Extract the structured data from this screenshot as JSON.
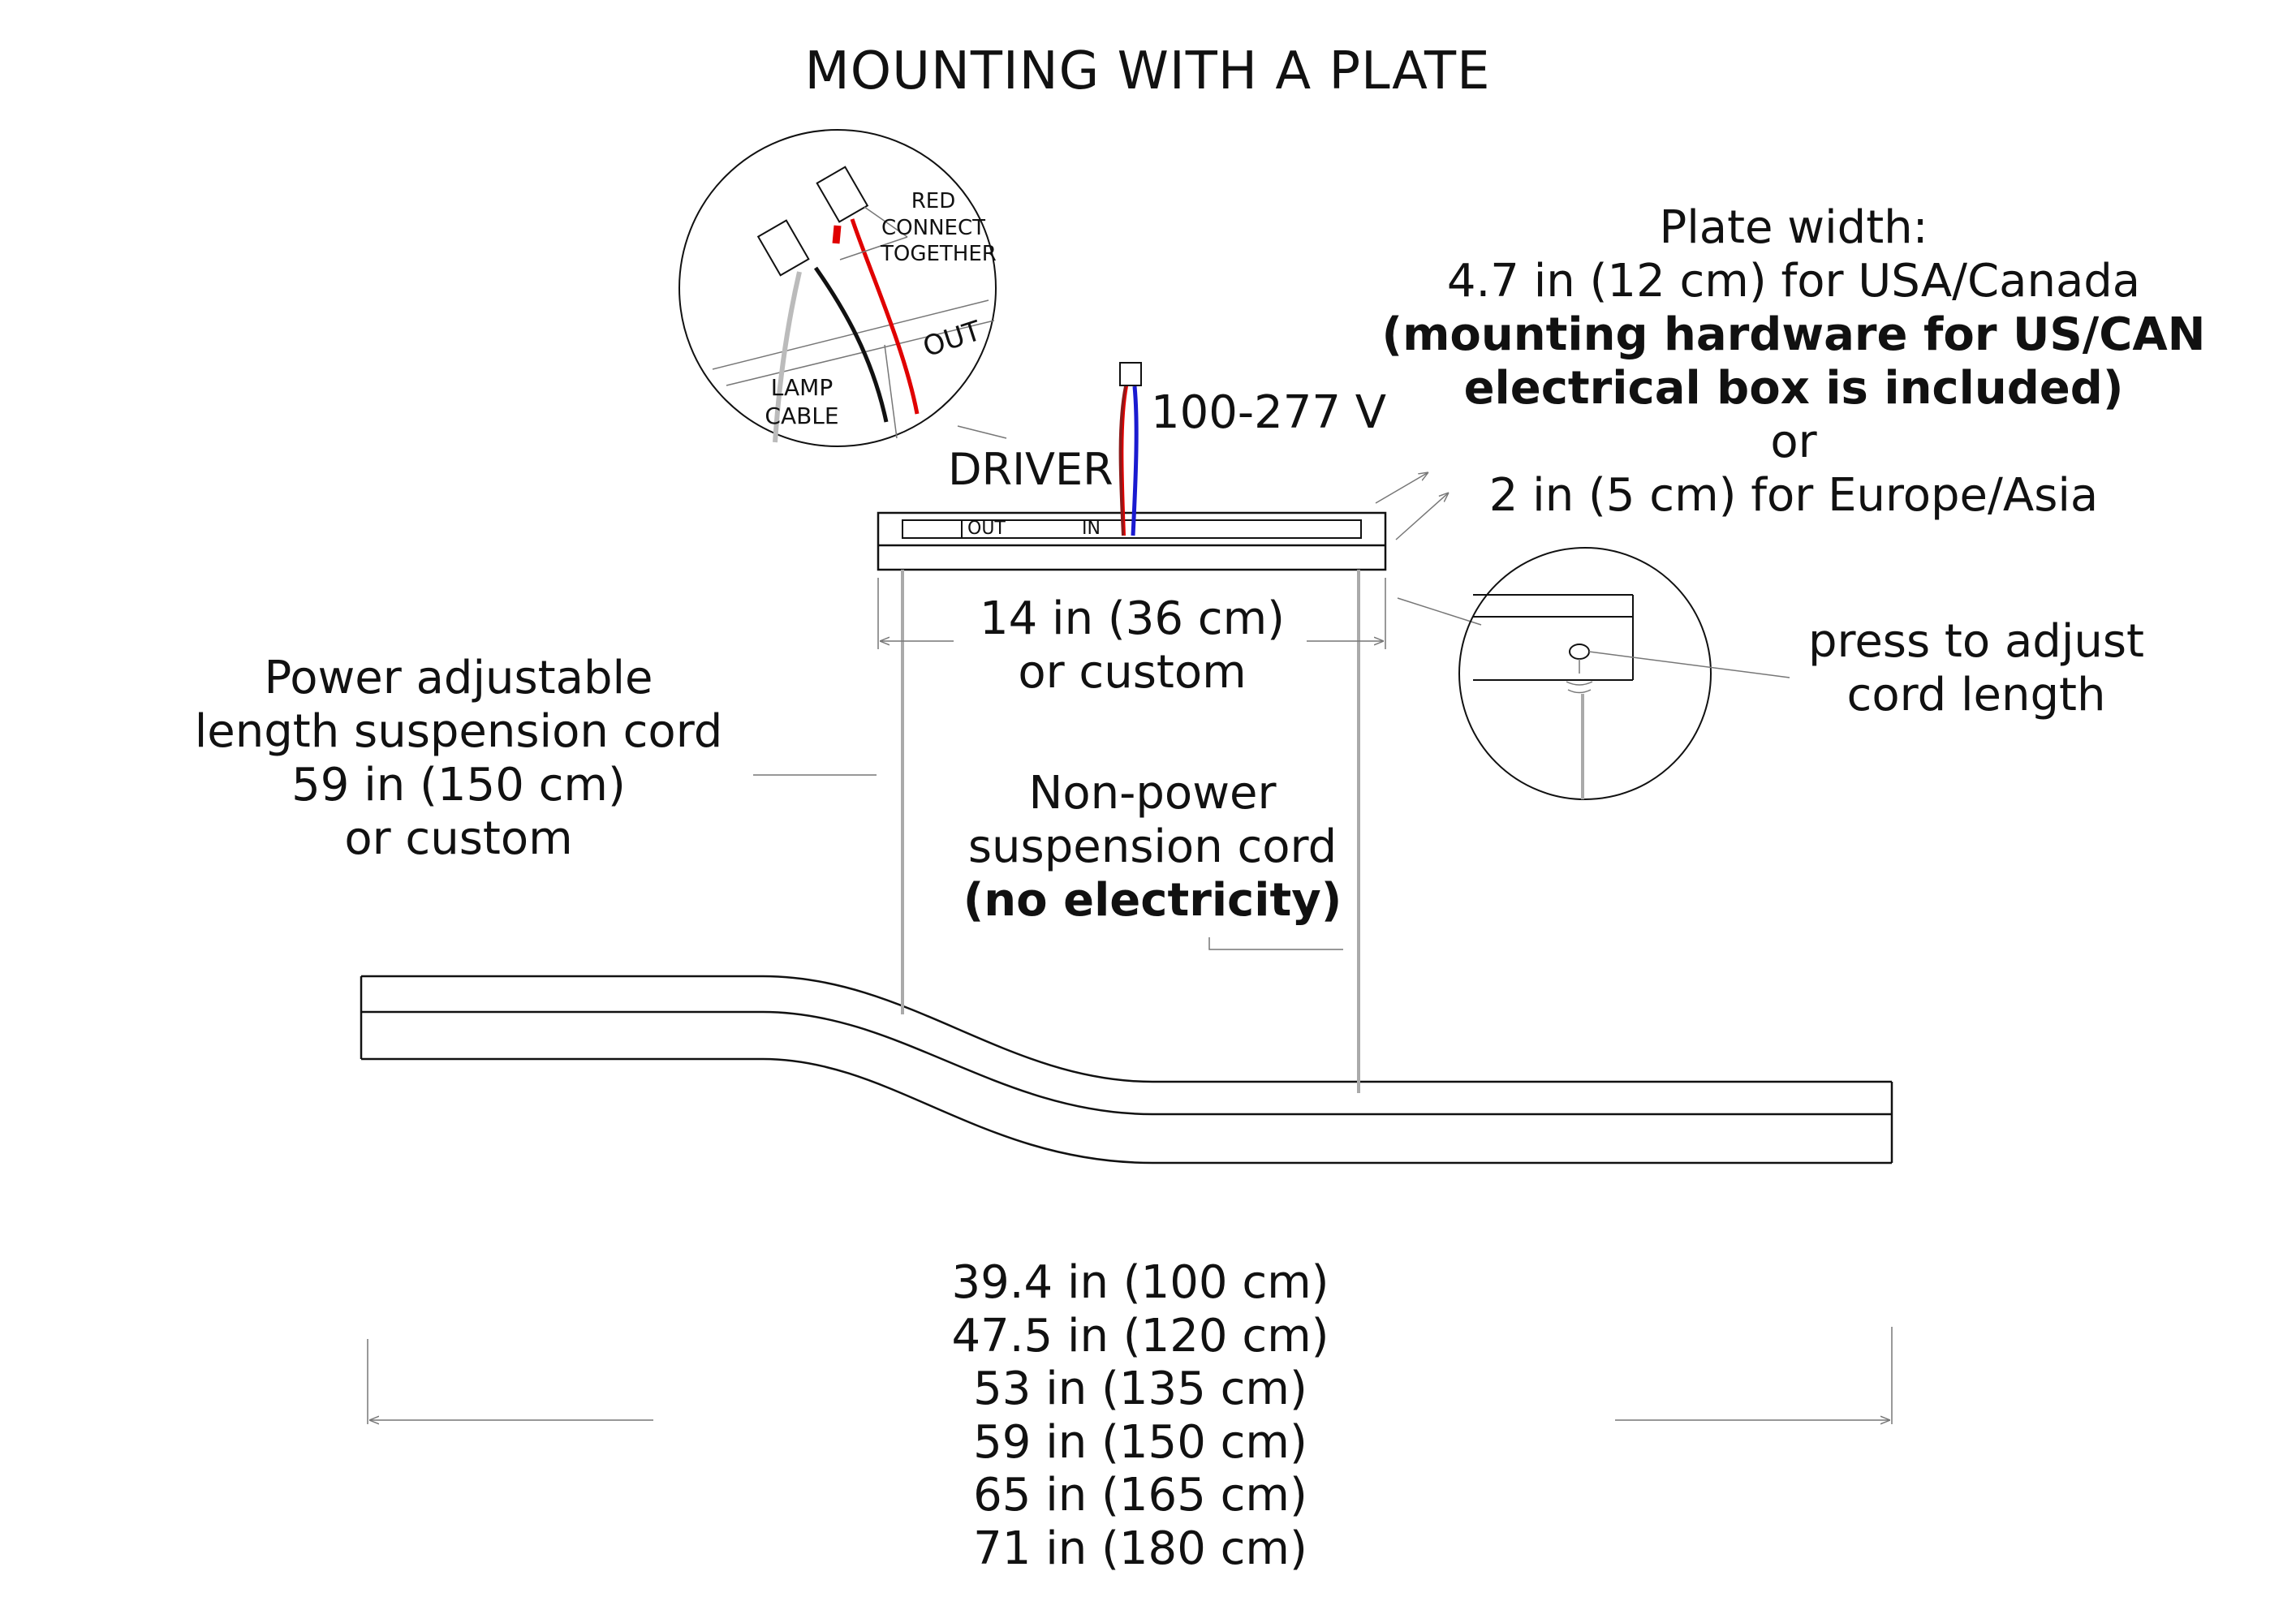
{
  "title": "MOUNTING WITH A PLATE",
  "detail_wiring": {
    "red_note": [
      "RED",
      "CONNECT",
      "TOGETHER"
    ],
    "out_label": "OUT",
    "lamp_cable": [
      "LAMP",
      "CABLE"
    ]
  },
  "driver": {
    "label": "DRIVER",
    "out": "OUT",
    "in": "IN",
    "voltage": "100-277 V"
  },
  "plate_width": {
    "heading": "Plate width:",
    "usa": "4.7 in (12 cm) for USA/Canada",
    "hardware_line1": "(mounting hardware for US/CAN",
    "hardware_line2": "electrical box is included)",
    "or": "or",
    "europe": "2 in (5 cm) for Europe/Asia"
  },
  "plate_length": {
    "line1": "14 in (36 cm)",
    "line2": "or custom"
  },
  "power_cord": {
    "line1": "Power adjustable",
    "line2": "length suspension cord",
    "line3": "59 in (150 cm)",
    "line4": "or custom"
  },
  "adjust_note": {
    "line1": "press to adjust",
    "line2": "cord length"
  },
  "nonpower_cord": {
    "line1": "Non-power",
    "line2": "suspension cord",
    "line3": "(no electricity)"
  },
  "lengths": [
    "39.4 in (100 cm)",
    "47.5 in (120 cm)",
    "53 in  (135 cm)",
    "59 in  (150 cm)",
    "65 in (165 cm)",
    "71 in  (180 cm)"
  ],
  "colors": {
    "line": "#111111",
    "cord": "#aaaaaa",
    "red_wire": "#e00000",
    "blue_wire": "#1a1ad0",
    "brown_wire": "#8b1a1a"
  }
}
